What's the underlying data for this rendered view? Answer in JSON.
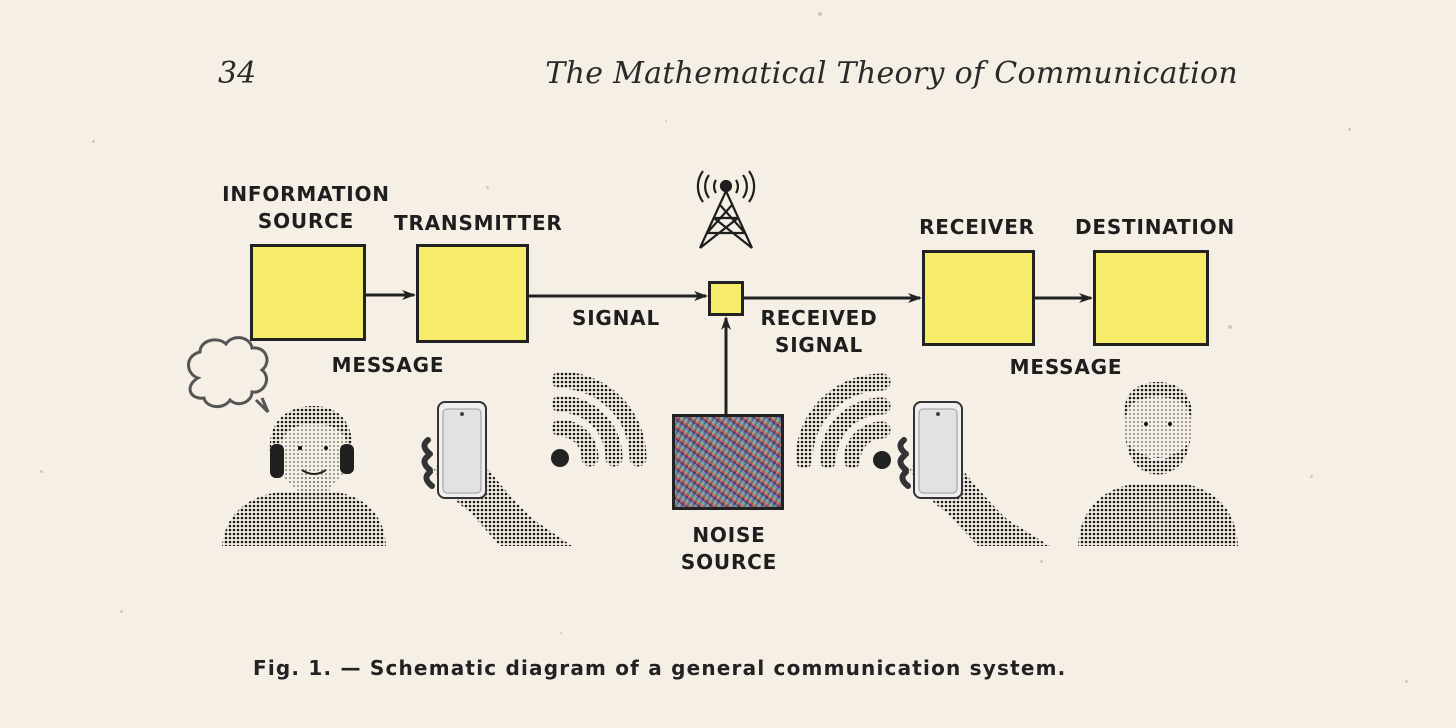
{
  "header": {
    "page_number": "34",
    "running_title": "The Mathematical Theory of Communication"
  },
  "blocks": {
    "information_source": {
      "label_line1": "INFORMATION",
      "label_line2": "SOURCE"
    },
    "transmitter": {
      "label": "TRANSMITTER"
    },
    "receiver": {
      "label": "RECEIVER"
    },
    "destination": {
      "label": "DESTINATION"
    },
    "noise_source": {
      "label_line1": "NOISE",
      "label_line2": "SOURCE"
    }
  },
  "edges": {
    "message_left": "MESSAGE",
    "signal": "SIGNAL",
    "received_signal_line1": "RECEIVED",
    "received_signal_line2": "SIGNAL",
    "message_right": "MESSAGE"
  },
  "caption": "Fig. 1. — Schematic diagram of a general communication system.",
  "colors": {
    "block_fill": "#f7ec6a",
    "paper": "#f5efe6",
    "ink": "#222222"
  },
  "icons": [
    "antenna-tower-icon",
    "thought-bubble-icon",
    "phone-in-hand-icon",
    "wifi-icon",
    "person-photo"
  ]
}
